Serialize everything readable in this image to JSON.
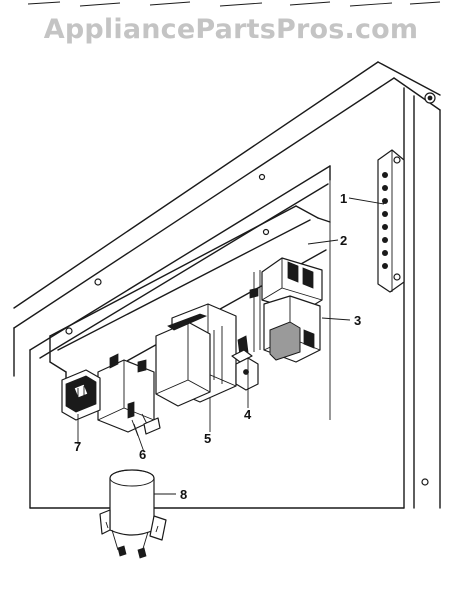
{
  "watermark": "AppliancePartsPros.com",
  "callouts": [
    {
      "id": "1",
      "label": "1"
    },
    {
      "id": "2",
      "label": "2"
    },
    {
      "id": "3",
      "label": "3"
    },
    {
      "id": "4",
      "label": "4"
    },
    {
      "id": "5",
      "label": "5"
    },
    {
      "id": "6",
      "label": "6"
    },
    {
      "id": "7",
      "label": "7"
    },
    {
      "id": "8",
      "label": "8"
    }
  ]
}
